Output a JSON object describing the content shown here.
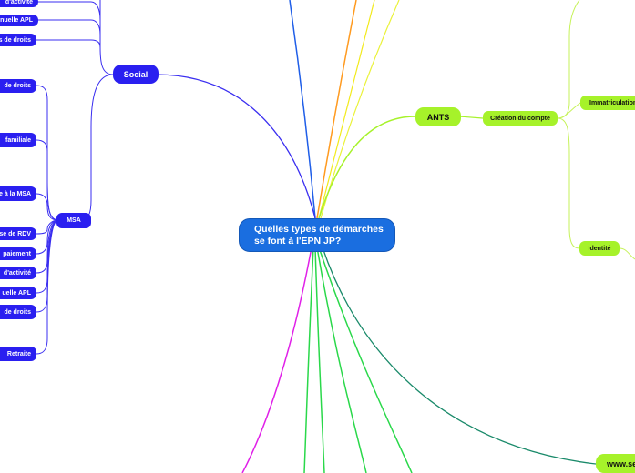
{
  "center": {
    "title": "Quelles types de démarches se font à l'EPN JP?"
  },
  "social": {
    "label": "Social",
    "top_items": [
      "d'activité",
      "nuelle APL",
      "s de droits"
    ],
    "msa": {
      "label": "MSA",
      "items": [
        "de droits",
        "familiale",
        "e à la MSA",
        "se de RDV",
        "paiement",
        "d'activité",
        "uelle APL",
        "de droits"
      ]
    },
    "retraite": "Retraite"
  },
  "ants": {
    "label": "ANTS",
    "creation": "Création du compte",
    "immatriculation": "Immatriculation",
    "identite": "Identité"
  },
  "bottom_right": {
    "label": "www.se"
  },
  "colors": {
    "blue_branch": "#2a1ff0",
    "green_branch": "#a6f22a",
    "center": "#1a6ee0"
  }
}
